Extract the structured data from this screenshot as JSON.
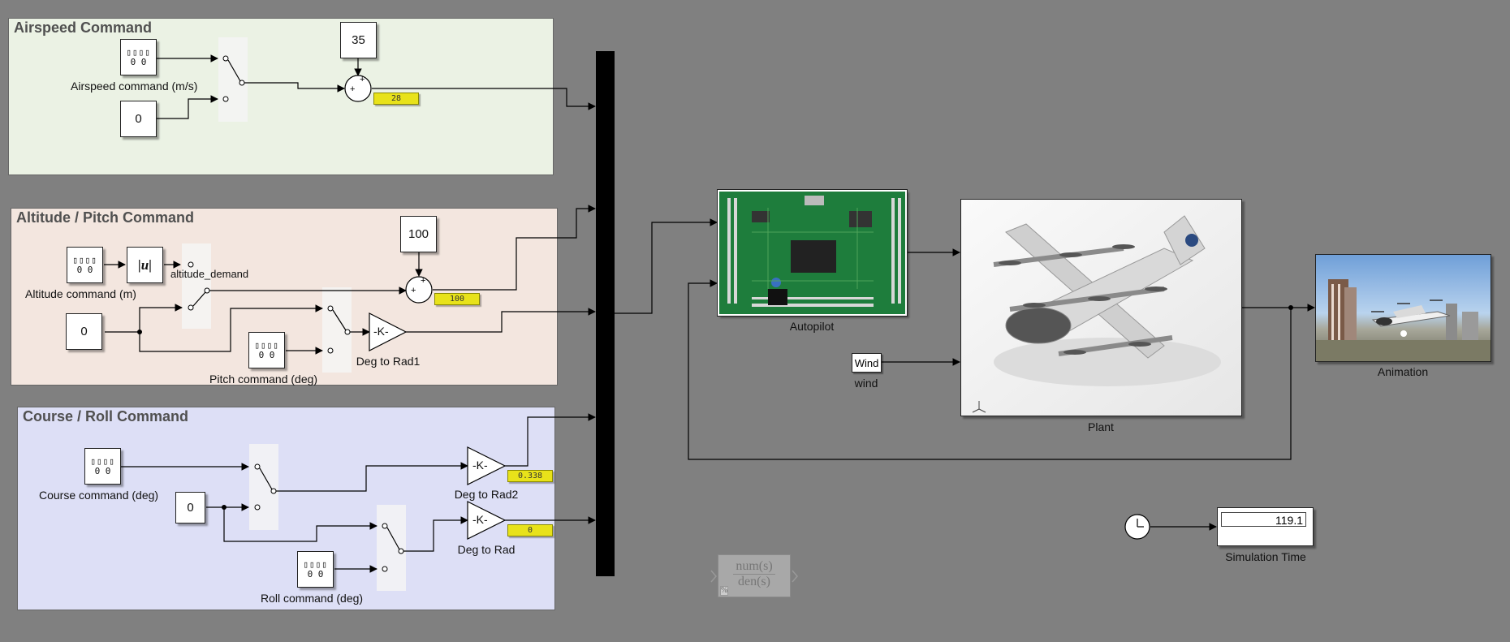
{
  "areas": {
    "airspeed": "Airspeed Command",
    "altitude": "Altitude / Pitch Command",
    "course": "Course / Roll Command"
  },
  "blocks": {
    "airspeed_slider_label": "Airspeed command (m/s)",
    "airspeed_const_top": "35",
    "airspeed_const_zero": "0",
    "airspeed_display": "28",
    "altitude_slider_label": "Altitude command (m)",
    "abs_label": "|u|",
    "altitude_demand": "altitude_demand",
    "altitude_const": "100",
    "altitude_const_zero": "0",
    "altitude_display": "100",
    "pitch_slider_label": "Pitch command (deg)",
    "gain_k": "-K-",
    "deg_to_rad1": "Deg to Rad1",
    "course_slider_label": "Course command (deg)",
    "course_const_zero": "0",
    "course_display": "0.338",
    "deg_to_rad2": "Deg to Rad2",
    "roll_slider_label": "Roll command (deg)",
    "roll_display": "0",
    "deg_to_rad": "Deg to Rad",
    "slider_squares": "▯▯▯▯",
    "slider_zeros": "0 0",
    "autopilot": "Autopilot",
    "wind_block": "Wind",
    "wind_label": "wind",
    "plant": "Plant",
    "animation": "Animation",
    "sim_time_value": "119.1",
    "sim_time_label": "Simulation Time",
    "tf_num": "num(s)",
    "tf_den": "den(s)"
  },
  "colors": {
    "canvas": "#808080",
    "airspeed_area": "#ebf2e4",
    "altitude_area": "#f3e6df",
    "course_area": "#dddff6",
    "display": "#e8e21a"
  }
}
